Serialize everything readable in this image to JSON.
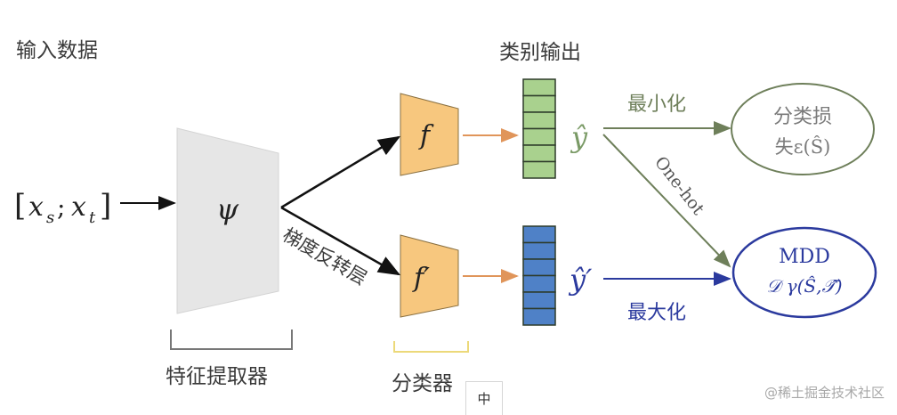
{
  "labels": {
    "input_data": "输入数据",
    "input_vector": "[xs; xt]",
    "input_x": "x",
    "input_s": "s",
    "input_t": "t",
    "feature_extractor_symbol": "ψ",
    "feature_extractor": "特征提取器",
    "gradient_reversal": "梯度反转层",
    "classifier_f": "f",
    "classifier_f_prime": "f′",
    "classifier": "分类器",
    "class_output": "类别输出",
    "y_hat": "ŷ",
    "y_hat_prime": "ŷ′",
    "minimize": "最小化",
    "maximize": "最大化",
    "one_hot": "One-hot",
    "loss_line1": "分类损",
    "loss_line2": "失ε(Ŝ)",
    "mdd_line1": "MDD",
    "mdd_line2": "𝒟 γ(Ŝ,𝒯̂)"
  },
  "colors": {
    "extractor_fill": "#e6e6e6",
    "classifier_fill": "#f7c77e",
    "green_output": "#a9d18e",
    "blue_output": "#4f81c7",
    "green_text": "#6e8f58",
    "blue_text": "#2b3a9e",
    "orange_arrow": "#e0955a",
    "classifier_bracket": "#f0e08a"
  },
  "ime": {
    "label": "中"
  },
  "watermark": "@稀土掘金技术社区"
}
